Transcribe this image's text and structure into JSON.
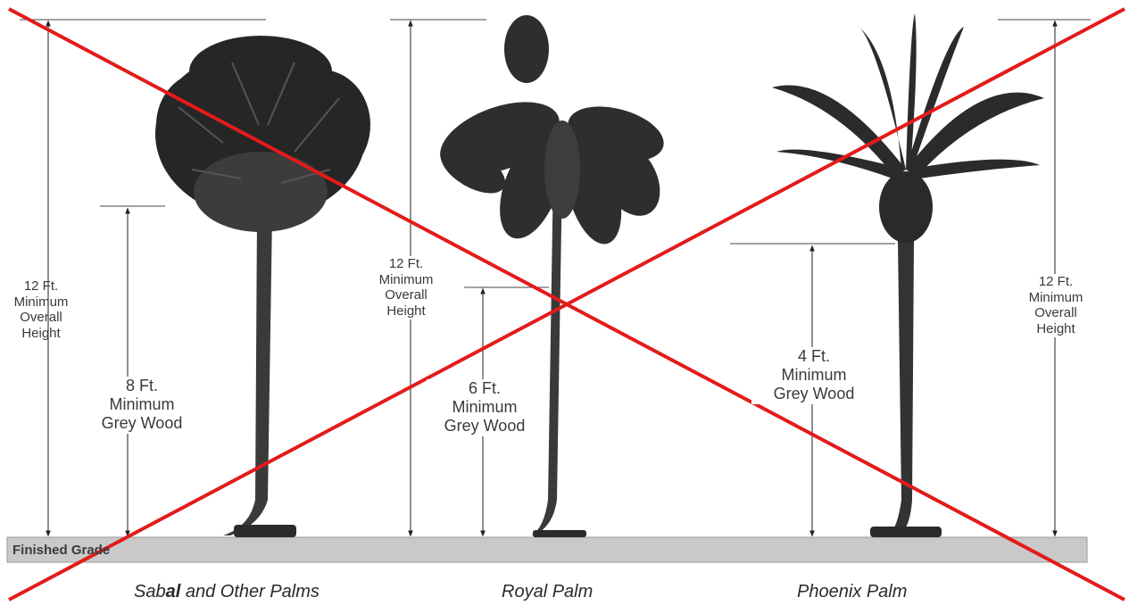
{
  "grade": {
    "label": "Finished Grade"
  },
  "palms": [
    {
      "caption_bold": "Sab",
      "caption_bold2": "al",
      "caption_rest": " and Other Palms",
      "overall": [
        "12 Ft.",
        "Minimum",
        "Overall",
        "Height"
      ],
      "greywood": [
        "8 Ft.",
        "Minimum",
        "Grey Wood"
      ]
    },
    {
      "caption": "Royal Palm",
      "overall": [
        "12 Ft.",
        "Minimum",
        "Overall",
        "Height"
      ],
      "greywood": [
        "6 Ft.",
        "Minimum",
        "Grey Wood"
      ]
    },
    {
      "caption": "Phoenix Palm",
      "overall": [
        "12 Ft.",
        "Minimum",
        "Overall",
        "Height"
      ],
      "greywood": [
        "4 Ft.",
        "Minimum",
        "Grey Wood"
      ]
    }
  ],
  "colors": {
    "cross": "#e31b1b",
    "grade_bar": "#c9c9c9",
    "foliage": "#2b2b2b",
    "trunk": "#3a3a3a"
  }
}
